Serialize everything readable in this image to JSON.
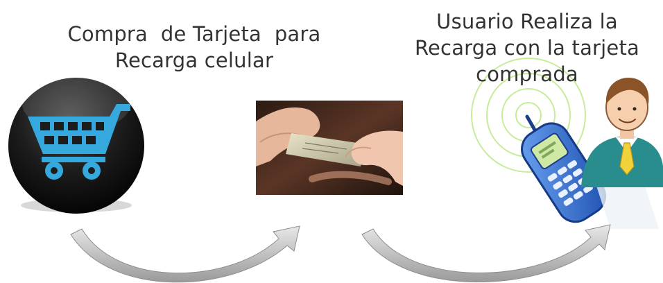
{
  "step1": {
    "caption_lines": [
      "Compra  de Tarjeta  para",
      "Recarga celular"
    ],
    "icon": "shopping-cart-icon"
  },
  "step2": {
    "image": "hands-holding-card-photo"
  },
  "step3": {
    "caption_lines": [
      "Usuario Realiza la",
      "Recarga con la tarjeta",
      "comprada"
    ],
    "icons": [
      "mobile-phone-icon",
      "businessman-icon"
    ]
  },
  "flow_arrows": [
    "arrow-step1-to-step2",
    "arrow-step2-to-step3"
  ],
  "colors": {
    "text": "#333333",
    "cart_blue": "#35a9dd",
    "circle_dark": "#1a1a1a",
    "arrow_gray": "#a9a9a9",
    "phone_blue": "#2d63c8",
    "signal_green": "#c6ec9a",
    "suit_teal": "#2a8d8d",
    "tie_yellow": "#f2d23b"
  }
}
